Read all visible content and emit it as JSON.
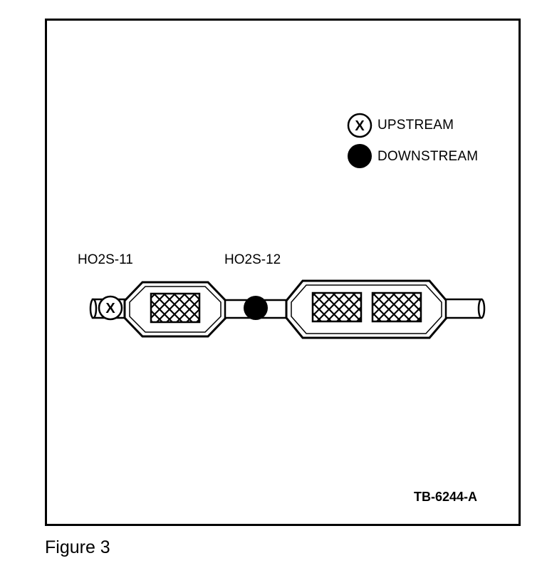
{
  "legend": {
    "upstream_label": "UPSTREAM",
    "upstream_symbol": "X",
    "downstream_label": "DOWNSTREAM"
  },
  "sensors": {
    "sensor1_label": "HO2S-11",
    "sensor2_label": "HO2S-12"
  },
  "drawing_code": "TB-6244-A",
  "caption": "Figure 3"
}
